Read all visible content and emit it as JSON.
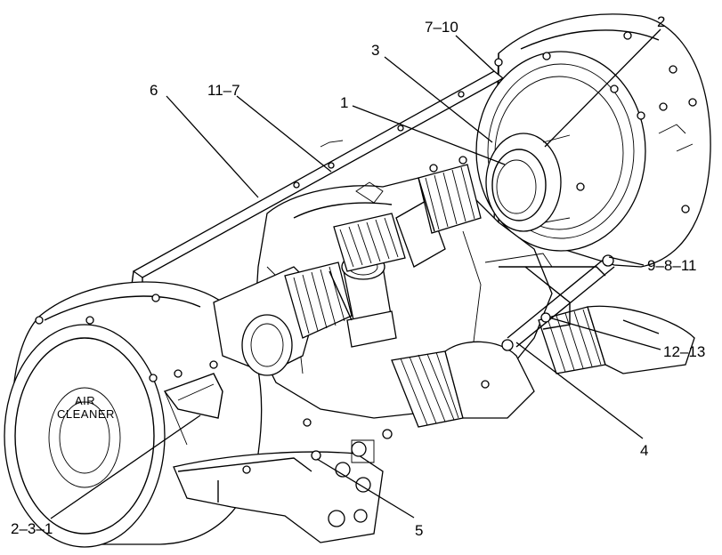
{
  "callouts": {
    "c1": "1",
    "c2": "2",
    "c3": "3",
    "c4": "4",
    "c5": "5",
    "c6": "6",
    "c7_10": "7–10",
    "c11_7": "11–7",
    "c9_8_11": "9–8–11",
    "c12_13": "12–13",
    "c2_3_1": "2–3–1"
  },
  "stamp": {
    "line1": "AIR",
    "line2": "CLEANER"
  }
}
